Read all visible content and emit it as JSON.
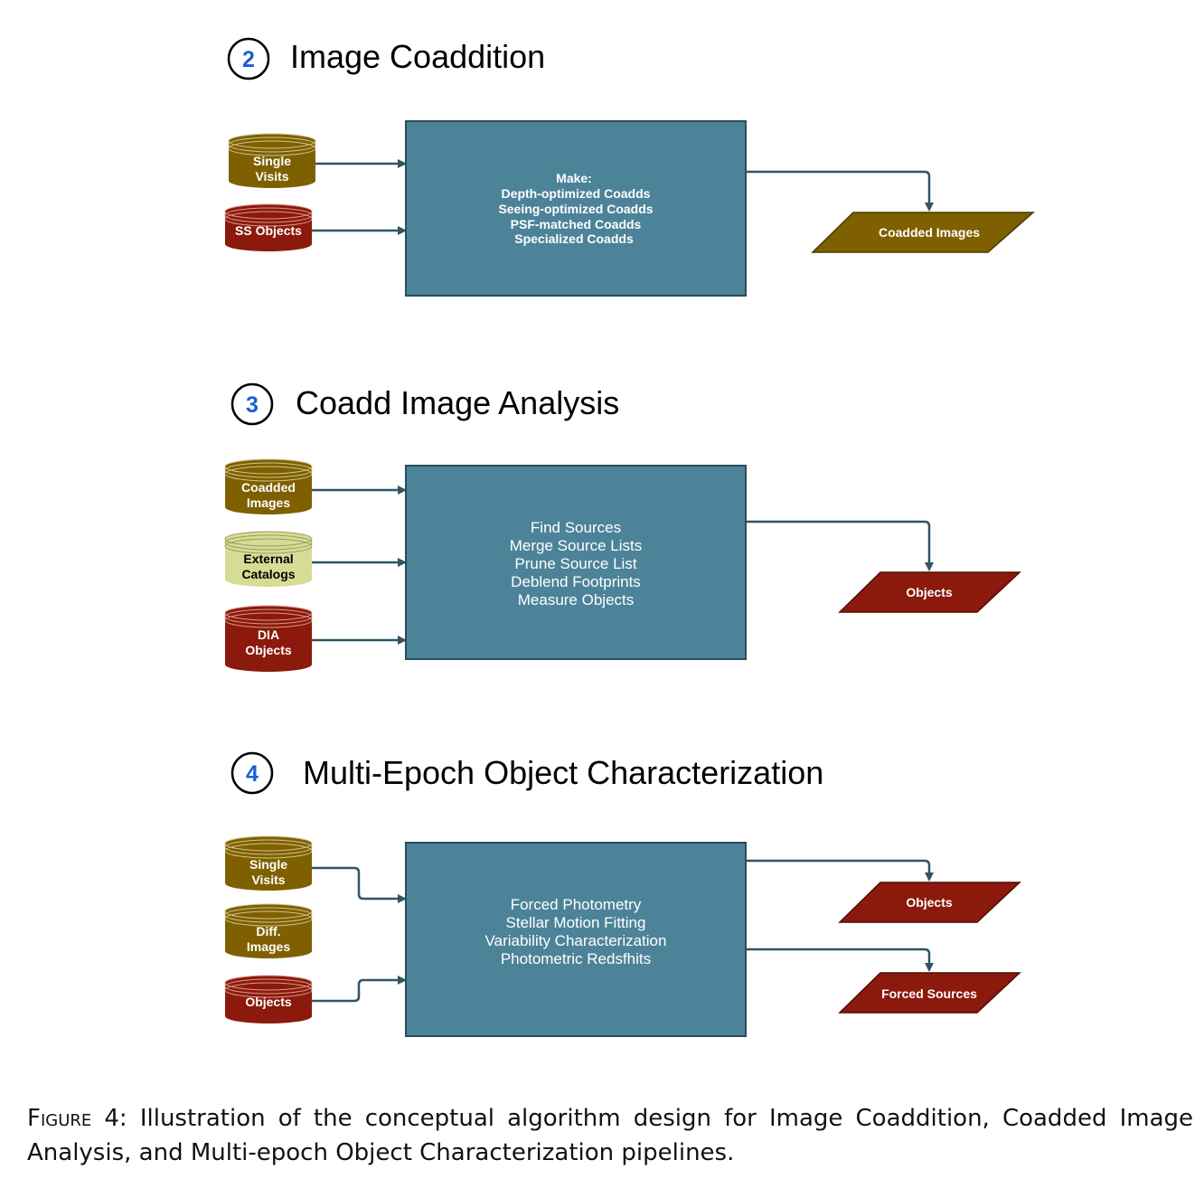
{
  "sections": [
    {
      "number": "2",
      "title": "Image Coaddition",
      "inputs": [
        {
          "lines": [
            "Single",
            "Visits"
          ]
        },
        {
          "lines": [
            "SS Objects"
          ]
        }
      ],
      "process": {
        "lines": [
          "Make:",
          "Depth-optimized Coadds",
          "Seeing-optimized Coadds",
          "PSF-matched Coadds",
          "Specialized Coadds"
        ]
      },
      "outputs": [
        {
          "label": "Coadded Images"
        }
      ]
    },
    {
      "number": "3",
      "title": "Coadd Image Analysis",
      "inputs": [
        {
          "lines": [
            "Coadded",
            "Images"
          ]
        },
        {
          "lines": [
            "External",
            "Catalogs"
          ]
        },
        {
          "lines": [
            "DIA",
            "Objects"
          ]
        }
      ],
      "process": {
        "lines": [
          "Find Sources",
          "Merge Source Lists",
          "Prune Source List",
          "Deblend Footprints",
          "Measure Objects"
        ]
      },
      "outputs": [
        {
          "label": "Objects"
        }
      ]
    },
    {
      "number": "4",
      "title": "Multi-Epoch Object Characterization",
      "inputs": [
        {
          "lines": [
            "Single",
            "Visits"
          ]
        },
        {
          "lines": [
            "Diff.",
            "Images"
          ]
        },
        {
          "lines": [
            "Objects"
          ]
        }
      ],
      "process": {
        "lines": [
          "Forced Photometry",
          "Stellar Motion Fitting",
          "Variability Characterization",
          "Photometric Redsfhits"
        ]
      },
      "outputs": [
        {
          "label": "Objects"
        },
        {
          "label": "Forced Sources"
        }
      ]
    }
  ],
  "caption": {
    "label": "Figure 4:",
    "text": "Illustration of the conceptual algorithm design for Image Coaddition, Coadded Image Analysis, and Multi-epoch Object Characterization pipelines."
  },
  "colors": {
    "olive": "#7f6000",
    "red": "#8b1a0c",
    "pale": "#d7dc95",
    "process": "#4c8399",
    "arrow": "#2f5566"
  }
}
